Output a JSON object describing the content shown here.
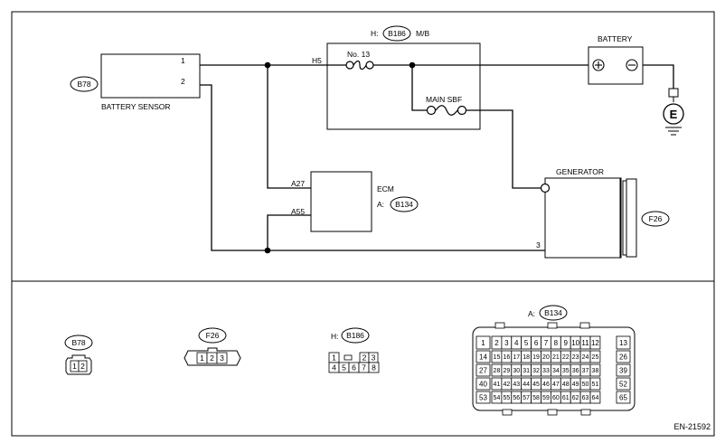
{
  "labels": {
    "battery_sensor": "BATTERY SENSOR",
    "battery": "BATTERY",
    "mb": "M/B",
    "h_prefix": "H:",
    "a_prefix": "A:",
    "fuse": "No. 13",
    "sbf": "MAIN SBF",
    "ecm": "ECM",
    "generator": "GENERATOR",
    "ground": "E",
    "doc_id": "EN-21592"
  },
  "badges": {
    "b78": "B78",
    "b186": "B186",
    "b134": "B134",
    "f26": "F26"
  },
  "pins": {
    "sensor_1": "1",
    "sensor_2": "2",
    "h5": "H5",
    "a27": "A27",
    "a55": "A55",
    "gen_3": "3"
  },
  "connectors": {
    "b78": {
      "top": [
        "1",
        "2"
      ]
    },
    "f26": {
      "top": [
        "1",
        "2",
        "3"
      ]
    },
    "b186": {
      "top": [
        "1",
        "2",
        "3"
      ],
      "bottom": [
        "4",
        "5",
        "6",
        "7",
        "8"
      ]
    },
    "b134": {
      "rows": [
        [
          "1",
          "2",
          "3",
          "4",
          "5",
          "6",
          "7",
          "8",
          "9",
          "10",
          "11",
          "12",
          "13"
        ],
        [
          "14",
          "15",
          "16",
          "17",
          "18",
          "19",
          "20",
          "21",
          "22",
          "23",
          "24",
          "25",
          "26"
        ],
        [
          "27",
          "28",
          "29",
          "30",
          "31",
          "32",
          "33",
          "34",
          "35",
          "36",
          "37",
          "38",
          "39"
        ],
        [
          "40",
          "41",
          "42",
          "43",
          "44",
          "45",
          "46",
          "47",
          "48",
          "49",
          "50",
          "51",
          "52"
        ],
        [
          "53",
          "54",
          "55",
          "56",
          "57",
          "58",
          "59",
          "60",
          "61",
          "62",
          "63",
          "64",
          "65"
        ]
      ]
    }
  }
}
